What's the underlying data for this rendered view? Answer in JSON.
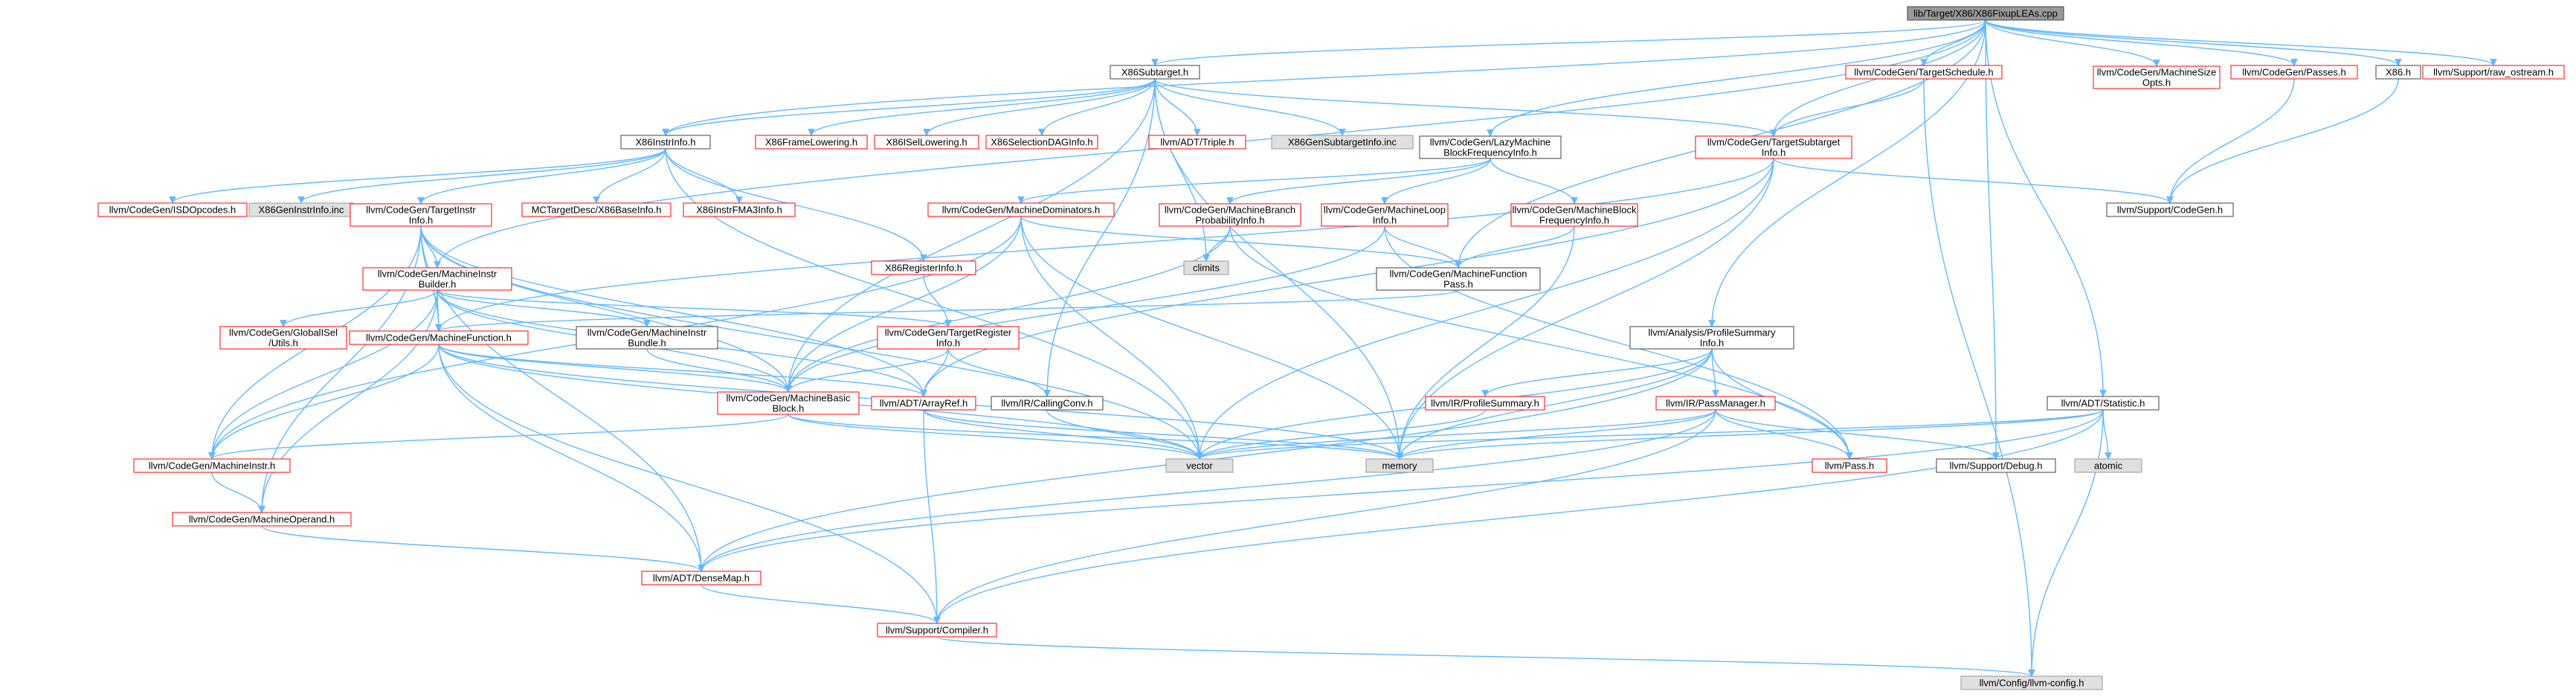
{
  "colors": {
    "edge": "#63b8ff",
    "node_fill_default": "#ffffff",
    "node_stroke_default": "#404040",
    "node_stroke_red": "#ff0000",
    "node_fill_gray": "#e0e0e0",
    "node_stroke_gray": "#999999",
    "node_fill_root": "#999999"
  },
  "nodes": [
    {
      "id": "root",
      "lines": [
        "lib/Target/X86/X86FixupLEAs.cpp"
      ],
      "style": "root"
    },
    {
      "id": "x86subtarget",
      "lines": [
        "X86Subtarget.h"
      ],
      "style": "black"
    },
    {
      "id": "targetschedule",
      "lines": [
        "llvm/CodeGen/TargetSchedule.h"
      ],
      "style": "red"
    },
    {
      "id": "machinesizeopts",
      "lines": [
        "llvm/CodeGen/MachineSize",
        "Opts.h"
      ],
      "style": "red"
    },
    {
      "id": "passes",
      "lines": [
        "llvm/CodeGen/Passes.h"
      ],
      "style": "red"
    },
    {
      "id": "x86h",
      "lines": [
        "X86.h"
      ],
      "style": "black"
    },
    {
      "id": "rawostream",
      "lines": [
        "llvm/Support/raw_ostream.h"
      ],
      "style": "red"
    },
    {
      "id": "x86instrinfo",
      "lines": [
        "X86InstrInfo.h"
      ],
      "style": "black"
    },
    {
      "id": "x86framelowering",
      "lines": [
        "X86FrameLowering.h"
      ],
      "style": "red"
    },
    {
      "id": "x86isellowering",
      "lines": [
        "X86ISelLowering.h"
      ],
      "style": "red"
    },
    {
      "id": "x86selectiondag",
      "lines": [
        "X86SelectionDAGInfo.h"
      ],
      "style": "red"
    },
    {
      "id": "triple",
      "lines": [
        "llvm/ADT/Triple.h"
      ],
      "style": "red"
    },
    {
      "id": "x86gensubtarget",
      "lines": [
        "X86GenSubtargetInfo.inc"
      ],
      "style": "gray"
    },
    {
      "id": "lazymbfi",
      "lines": [
        "llvm/CodeGen/LazyMachine",
        "BlockFrequencyInfo.h"
      ],
      "style": "black"
    },
    {
      "id": "targetsubtarget",
      "lines": [
        "llvm/CodeGen/TargetSubtarget",
        "Info.h"
      ],
      "style": "red"
    },
    {
      "id": "isdopcodes",
      "lines": [
        "llvm/CodeGen/ISDOpcodes.h"
      ],
      "style": "red"
    },
    {
      "id": "x86geninstrinfo",
      "lines": [
        "X86GenInstrInfo.inc"
      ],
      "style": "gray"
    },
    {
      "id": "targetinstrinfo",
      "lines": [
        "llvm/CodeGen/TargetInstr",
        "Info.h"
      ],
      "style": "red"
    },
    {
      "id": "mctargetdesc",
      "lines": [
        "MCTargetDesc/X86BaseInfo.h"
      ],
      "style": "red"
    },
    {
      "id": "x86instrfma3",
      "lines": [
        "X86InstrFMA3Info.h"
      ],
      "style": "red"
    },
    {
      "id": "machinedominators",
      "lines": [
        "llvm/CodeGen/MachineDominators.h"
      ],
      "style": "red"
    },
    {
      "id": "mbpi",
      "lines": [
        "llvm/CodeGen/MachineBranch",
        "ProbabilityInfo.h"
      ],
      "style": "red"
    },
    {
      "id": "machineloop",
      "lines": [
        "llvm/CodeGen/MachineLoop",
        "Info.h"
      ],
      "style": "red"
    },
    {
      "id": "mbfi",
      "lines": [
        "llvm/CodeGen/MachineBlock",
        "FrequencyInfo.h"
      ],
      "style": "red"
    },
    {
      "id": "supportcodegen",
      "lines": [
        "llvm/Support/CodeGen.h"
      ],
      "style": "black"
    },
    {
      "id": "climits",
      "lines": [
        "climits"
      ],
      "style": "gray"
    },
    {
      "id": "x86registerinfo",
      "lines": [
        "X86RegisterInfo.h"
      ],
      "style": "red"
    },
    {
      "id": "mfpass",
      "lines": [
        "llvm/CodeGen/MachineFunction",
        "Pass.h"
      ],
      "style": "black"
    },
    {
      "id": "mibuilder",
      "lines": [
        "llvm/CodeGen/MachineInstr",
        "Builder.h"
      ],
      "style": "red"
    },
    {
      "id": "globalisel",
      "lines": [
        "llvm/CodeGen/GlobalISel",
        "/Utils.h"
      ],
      "style": "red"
    },
    {
      "id": "mibundle",
      "lines": [
        "llvm/CodeGen/MachineInstr",
        "Bundle.h"
      ],
      "style": "black"
    },
    {
      "id": "targetreginfo",
      "lines": [
        "llvm/CodeGen/TargetRegister",
        "Info.h"
      ],
      "style": "red"
    },
    {
      "id": "profilesummary",
      "lines": [
        "llvm/Analysis/ProfileSummary",
        "Info.h"
      ],
      "style": "black"
    },
    {
      "id": "machinefunction",
      "lines": [
        "llvm/CodeGen/MachineFunction.h"
      ],
      "style": "red"
    },
    {
      "id": "mbb",
      "lines": [
        "llvm/CodeGen/MachineBasic",
        "Block.h"
      ],
      "style": "red"
    },
    {
      "id": "arrayref",
      "lines": [
        "llvm/ADT/ArrayRef.h"
      ],
      "style": "red"
    },
    {
      "id": "callingconv",
      "lines": [
        "llvm/IR/CallingConv.h"
      ],
      "style": "black"
    },
    {
      "id": "irprofilesummary",
      "lines": [
        "llvm/IR/ProfileSummary.h"
      ],
      "style": "red"
    },
    {
      "id": "passmanager",
      "lines": [
        "llvm/IR/PassManager.h"
      ],
      "style": "red"
    },
    {
      "id": "statistic",
      "lines": [
        "llvm/ADT/Statistic.h"
      ],
      "style": "black"
    },
    {
      "id": "vector",
      "lines": [
        "vector"
      ],
      "style": "gray"
    },
    {
      "id": "memory",
      "lines": [
        "memory"
      ],
      "style": "gray"
    },
    {
      "id": "passh",
      "lines": [
        "llvm/Pass.h"
      ],
      "style": "red"
    },
    {
      "id": "supportdebug",
      "lines": [
        "llvm/Support/Debug.h"
      ],
      "style": "black"
    },
    {
      "id": "atomic",
      "lines": [
        "atomic"
      ],
      "style": "gray"
    },
    {
      "id": "machineinstr",
      "lines": [
        "llvm/CodeGen/MachineInstr.h"
      ],
      "style": "red"
    },
    {
      "id": "machineoperand",
      "lines": [
        "llvm/CodeGen/MachineOperand.h"
      ],
      "style": "red"
    },
    {
      "id": "densemap",
      "lines": [
        "llvm/ADT/DenseMap.h"
      ],
      "style": "red"
    },
    {
      "id": "compiler",
      "lines": [
        "llvm/Support/Compiler.h"
      ],
      "style": "red"
    },
    {
      "id": "llvmconfig",
      "lines": [
        "llvm/Config/llvm-config.h"
      ],
      "style": "gray"
    }
  ],
  "edges": [
    [
      "root",
      "x86subtarget"
    ],
    [
      "root",
      "targetschedule"
    ],
    [
      "root",
      "machinesizeopts"
    ],
    [
      "root",
      "passes"
    ],
    [
      "root",
      "x86h"
    ],
    [
      "root",
      "rawostream"
    ],
    [
      "root",
      "x86instrinfo"
    ],
    [
      "root",
      "lazymbfi"
    ],
    [
      "root",
      "targetsubtarget"
    ],
    [
      "root",
      "profilesummary"
    ],
    [
      "root",
      "statistic"
    ],
    [
      "root",
      "mibuilder"
    ],
    [
      "root",
      "mfpass"
    ],
    [
      "root",
      "supportdebug"
    ],
    [
      "x86subtarget",
      "x86instrinfo"
    ],
    [
      "x86subtarget",
      "x86framelowering"
    ],
    [
      "x86subtarget",
      "x86isellowering"
    ],
    [
      "x86subtarget",
      "x86selectiondag"
    ],
    [
      "x86subtarget",
      "triple"
    ],
    [
      "x86subtarget",
      "x86gensubtarget"
    ],
    [
      "x86subtarget",
      "targetsubtarget"
    ],
    [
      "x86subtarget",
      "climits"
    ],
    [
      "x86subtarget",
      "callingconv"
    ],
    [
      "x86subtarget",
      "memory"
    ],
    [
      "x86subtarget",
      "mbb"
    ],
    [
      "targetschedule",
      "targetsubtarget"
    ],
    [
      "targetschedule",
      "llvmconfig"
    ],
    [
      "passes",
      "supportcodegen"
    ],
    [
      "x86h",
      "supportcodegen"
    ],
    [
      "x86instrinfo",
      "isdopcodes"
    ],
    [
      "x86instrinfo",
      "x86geninstrinfo"
    ],
    [
      "x86instrinfo",
      "targetinstrinfo"
    ],
    [
      "x86instrinfo",
      "mctargetdesc"
    ],
    [
      "x86instrinfo",
      "x86instrfma3"
    ],
    [
      "x86instrinfo",
      "x86registerinfo"
    ],
    [
      "x86instrinfo",
      "vector"
    ],
    [
      "lazymbfi",
      "machinedominators"
    ],
    [
      "lazymbfi",
      "mbfi"
    ],
    [
      "lazymbfi",
      "machineloop"
    ],
    [
      "lazymbfi",
      "mbpi"
    ],
    [
      "targetsubtarget",
      "supportcodegen"
    ],
    [
      "targetsubtarget",
      "arrayref"
    ],
    [
      "targetsubtarget",
      "vector"
    ],
    [
      "targetsubtarget",
      "memory"
    ],
    [
      "targetsubtarget",
      "machinefunction"
    ],
    [
      "targetinstrinfo",
      "mibuilder"
    ],
    [
      "targetinstrinfo",
      "machinefunction"
    ],
    [
      "targetinstrinfo",
      "mbb"
    ],
    [
      "targetinstrinfo",
      "arrayref"
    ],
    [
      "targetinstrinfo",
      "vector"
    ],
    [
      "targetinstrinfo",
      "machineinstr"
    ],
    [
      "targetinstrinfo",
      "machineoperand"
    ],
    [
      "targetinstrinfo",
      "densemap"
    ],
    [
      "machinedominators",
      "mfpass"
    ],
    [
      "machinedominators",
      "mbb"
    ],
    [
      "machinedominators",
      "vector"
    ],
    [
      "machinedominators",
      "memory"
    ],
    [
      "machinedominators",
      "machineinstr"
    ],
    [
      "mbpi",
      "climits"
    ],
    [
      "mbpi",
      "mbb"
    ],
    [
      "mbpi",
      "passh"
    ],
    [
      "machineloop",
      "mfpass"
    ],
    [
      "machineloop",
      "mbb"
    ],
    [
      "machineloop",
      "passh"
    ],
    [
      "mbfi",
      "mfpass"
    ],
    [
      "mbfi",
      "memory"
    ],
    [
      "x86registerinfo",
      "targetreginfo"
    ],
    [
      "mfpass",
      "machinefunction"
    ],
    [
      "mibuilder",
      "globalisel"
    ],
    [
      "mibuilder",
      "mibundle"
    ],
    [
      "mibuilder",
      "targetreginfo"
    ],
    [
      "mibuilder",
      "machinefunction"
    ],
    [
      "mibuilder",
      "mbb"
    ],
    [
      "mibuilder",
      "machineinstr"
    ],
    [
      "mibuilder",
      "machineoperand"
    ],
    [
      "mibuilder",
      "arrayref"
    ],
    [
      "mibundle",
      "mbb"
    ],
    [
      "targetreginfo",
      "mbb"
    ],
    [
      "targetreginfo",
      "arrayref"
    ],
    [
      "targetreginfo",
      "callingconv"
    ],
    [
      "profilesummary",
      "irprofilesummary"
    ],
    [
      "profilesummary",
      "passmanager"
    ],
    [
      "profilesummary",
      "passh"
    ],
    [
      "profilesummary",
      "memory"
    ],
    [
      "profilesummary",
      "vector"
    ],
    [
      "profilesummary",
      "densemap"
    ],
    [
      "machinefunction",
      "mbb"
    ],
    [
      "machinefunction",
      "arrayref"
    ],
    [
      "machinefunction",
      "machineinstr"
    ],
    [
      "machinefunction",
      "densemap"
    ],
    [
      "machinefunction",
      "compiler"
    ],
    [
      "machinefunction",
      "vector"
    ],
    [
      "machinefunction",
      "memory"
    ],
    [
      "mbb",
      "machineinstr"
    ],
    [
      "mbb",
      "vector"
    ],
    [
      "mbb",
      "memory"
    ],
    [
      "arrayref",
      "compiler"
    ],
    [
      "arrayref",
      "vector"
    ],
    [
      "arrayref",
      "memory"
    ],
    [
      "callingconv",
      "vector"
    ],
    [
      "irprofilesummary",
      "vector"
    ],
    [
      "passmanager",
      "passh"
    ],
    [
      "passmanager",
      "supportdebug"
    ],
    [
      "passmanager",
      "memory"
    ],
    [
      "passmanager",
      "vector"
    ],
    [
      "passmanager",
      "densemap"
    ],
    [
      "passmanager",
      "compiler"
    ],
    [
      "statistic",
      "atomic"
    ],
    [
      "statistic",
      "memory"
    ],
    [
      "statistic",
      "vector"
    ],
    [
      "statistic",
      "llvmconfig"
    ],
    [
      "statistic",
      "densemap"
    ],
    [
      "statistic",
      "compiler"
    ],
    [
      "machineinstr",
      "machineoperand"
    ],
    [
      "machineoperand",
      "densemap"
    ],
    [
      "densemap",
      "compiler"
    ],
    [
      "compiler",
      "llvmconfig"
    ]
  ]
}
